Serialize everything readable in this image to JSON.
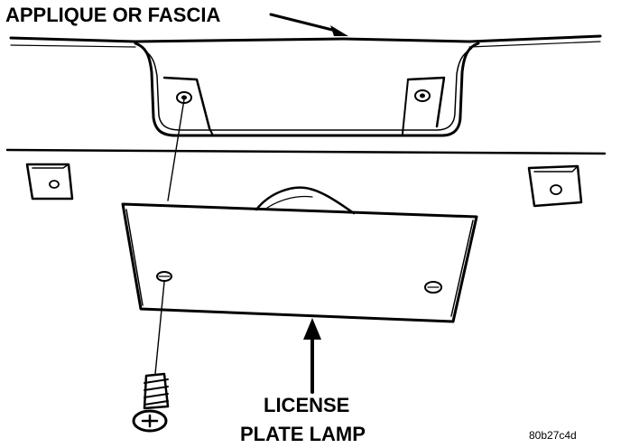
{
  "labels": {
    "applique_or_fascia": "APPLIQUE OR FASCIA",
    "license_line_1": "LICENSE",
    "license_line_2": "PLATE LAMP",
    "figure_code": "80b27c4d"
  },
  "colors": {
    "ink": "#000000",
    "paper": "#ffffff",
    "shade": "#e9e9e9"
  }
}
